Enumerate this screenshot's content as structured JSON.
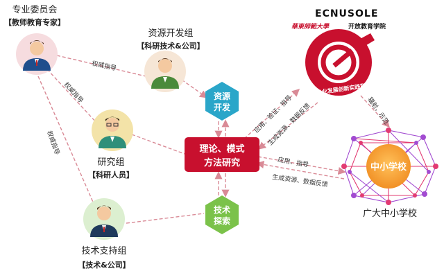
{
  "nodes": {
    "committee": {
      "title": "专业委员会",
      "subtitle": "【教师教育专家】"
    },
    "resource": {
      "title": "资源开发组",
      "subtitle": "【科研技术&公司】"
    },
    "research": {
      "title": "研究组",
      "subtitle": "【科研人员】"
    },
    "tech": {
      "title": "技术支持组",
      "subtitle": "【技术&公司】"
    },
    "hex_resource": {
      "line1": "资源",
      "line2": "开发"
    },
    "hex_tech": {
      "line1": "技术",
      "line2": "探索"
    },
    "center": {
      "line1": "理论、模式",
      "line2": "方法研究"
    },
    "schools_circle": "中小学校",
    "schools_label": "广大中小学校",
    "ecnu_title": "ECNUSOLE",
    "ecnu_sub_script": "華東師範大學",
    "ecnu_sub": "开放教育学院",
    "ecnu_ring": "教师专业发展创新实践联盟"
  },
  "edges": {
    "authority_1": "权威指导",
    "authority_2": "权威指导",
    "authority_3": "权威指导",
    "apply_verify_guide": "应用、验证、指导",
    "gen_resource_feedback_1": "生成资源、数据反馈",
    "apply_guide": "应用、指导",
    "gen_resource_feedback_2": "生成资源、数据反馈",
    "radiate_demo": "辐射、示范"
  },
  "colors": {
    "dash": "#d98a96",
    "hex": "#2aa6c9",
    "hexText": "#ffffff",
    "center": "#c8102e",
    "schools": "#f29a2e",
    "ecnu": "#c8102e",
    "net1": "#a24bd1",
    "net2": "#e23a72",
    "avatarBg": "#f6e3e5"
  }
}
